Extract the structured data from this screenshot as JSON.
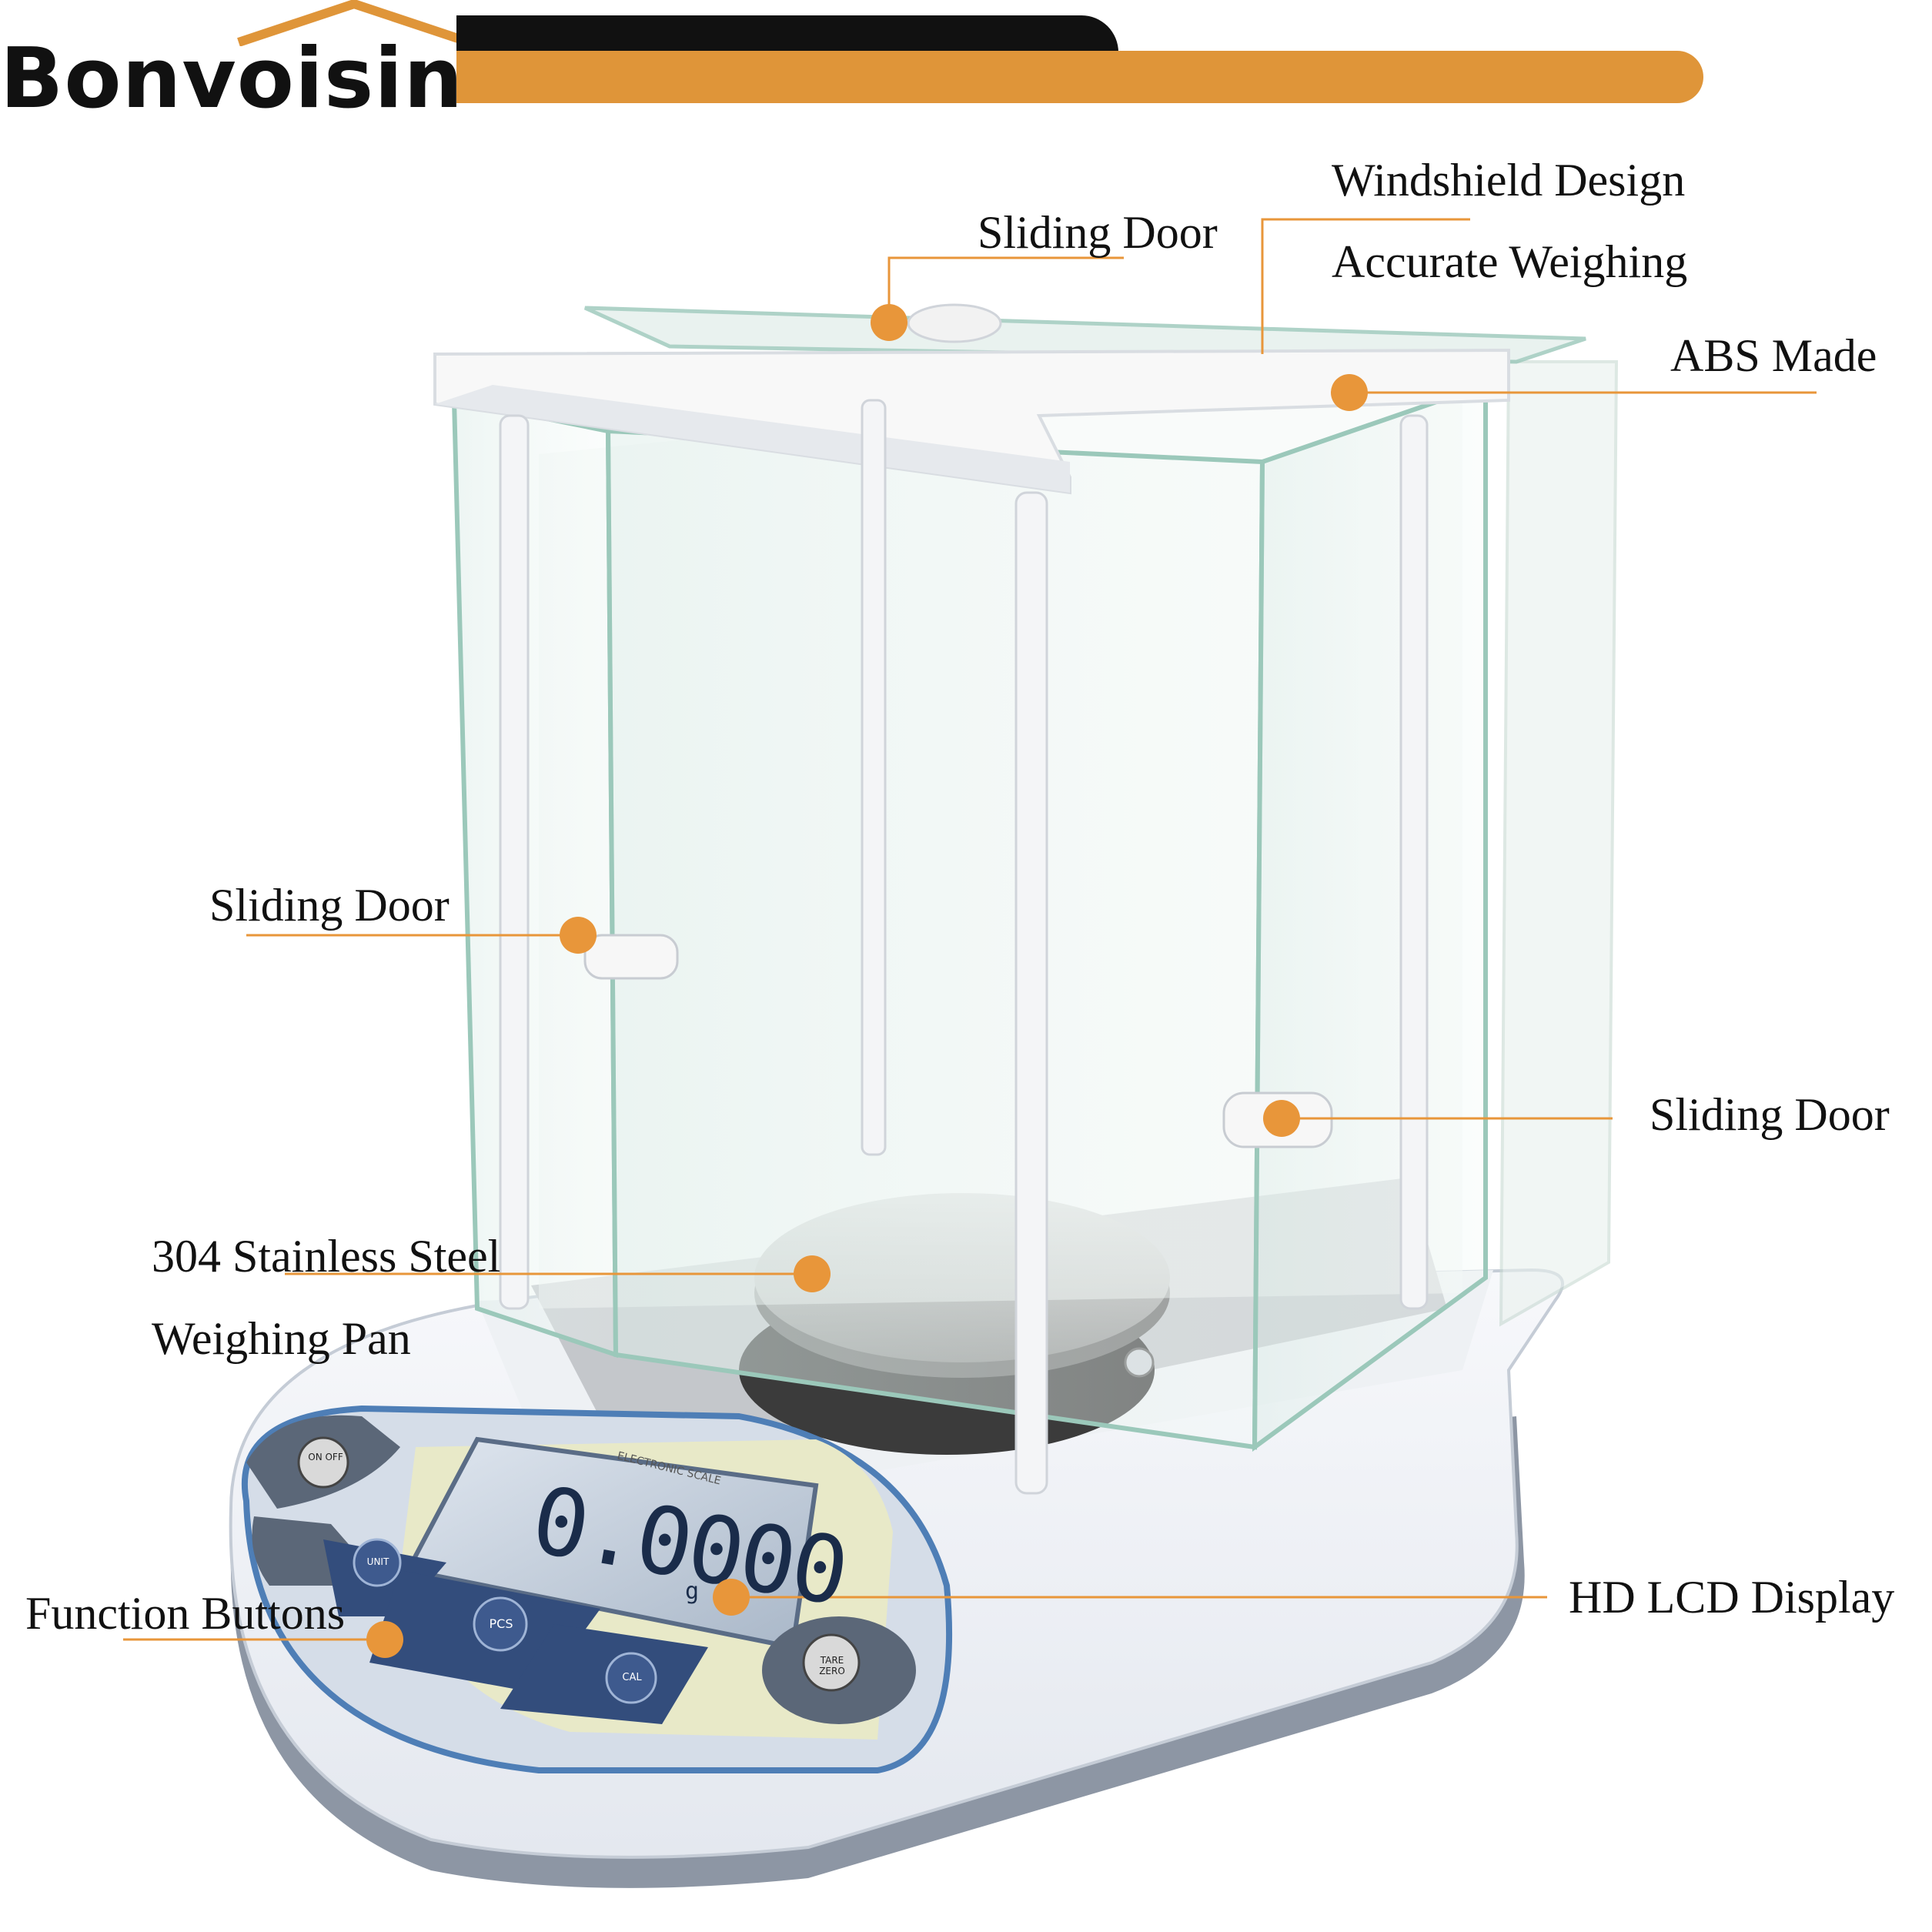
{
  "brand": {
    "name": "Bonvoisin",
    "accent": "#df9539",
    "dark": "#111111"
  },
  "callouts": {
    "sliding_door_top": "Sliding Door",
    "windshield_design": "Windshield Design",
    "accurate_weighing": "Accurate Weighing",
    "abs_made": "ABS Made",
    "sliding_door_left": "Sliding Door",
    "sliding_door_right": "Sliding Door",
    "steel_line1": "304 Stainless Steel",
    "steel_line2": "Weighing Pan",
    "function_buttons": "Function Buttons",
    "lcd_display": "HD LCD Display"
  },
  "scale": {
    "lcd_reading": "0.0000",
    "lcd_unit": "g",
    "panel_title": "ELECTRONIC SCALE",
    "buttons": {
      "on_off": "ON OFF",
      "unit": "UNIT",
      "pcs": "PCS",
      "cal": "CAL",
      "tare_zero": "TARE ZERO"
    }
  }
}
